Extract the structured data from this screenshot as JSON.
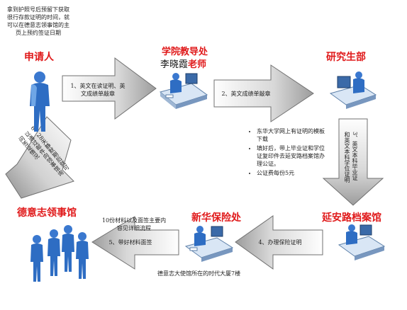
{
  "top_note": "拿到护照号后预留下获取很行存款证明的时间，就可以在德意志领事馆的主页上预约签证日期",
  "nodes": {
    "applicant": "申请人",
    "academic_office_title": "学院教导处",
    "academic_office_person": "李晓霞",
    "academic_office_suffix": "老师",
    "graduate_dept": "研究生部",
    "yanan_archive": "延安路档案馆",
    "xinhua_insurance": "新华保险处",
    "german_consulate": "德意志领事馆"
  },
  "steps": {
    "step1": "1、英文在读证明、英文成绩单敲章",
    "step2": "2、英文成绩单敲章",
    "step3": "3、英文本科毕业证和英文本科学位证明",
    "step4": "4、办理保险证明",
    "step5": "5、带好材料面签",
    "step6": "6、28天静默期后就可以通过邮件向领事馆询问签证情况"
  },
  "notes": [
    "东华大学网上有证明的模板下载",
    "填好后，带上毕业证和学位证复印件去延安路档案馆办理公证。",
    "公证费每份5元"
  ],
  "materials_note": "10份材料以及面签主要内容见详细流程",
  "embassy_address": "德意志大使馆所在的时代大厦7楼",
  "colors": {
    "arrow_fill_light": "#ffffff",
    "arrow_fill_dark": "#a9aaa9",
    "arrow_stroke": "#6d6d6d",
    "title_red": "#e0191a",
    "person_blue": "#2e6dc3"
  }
}
